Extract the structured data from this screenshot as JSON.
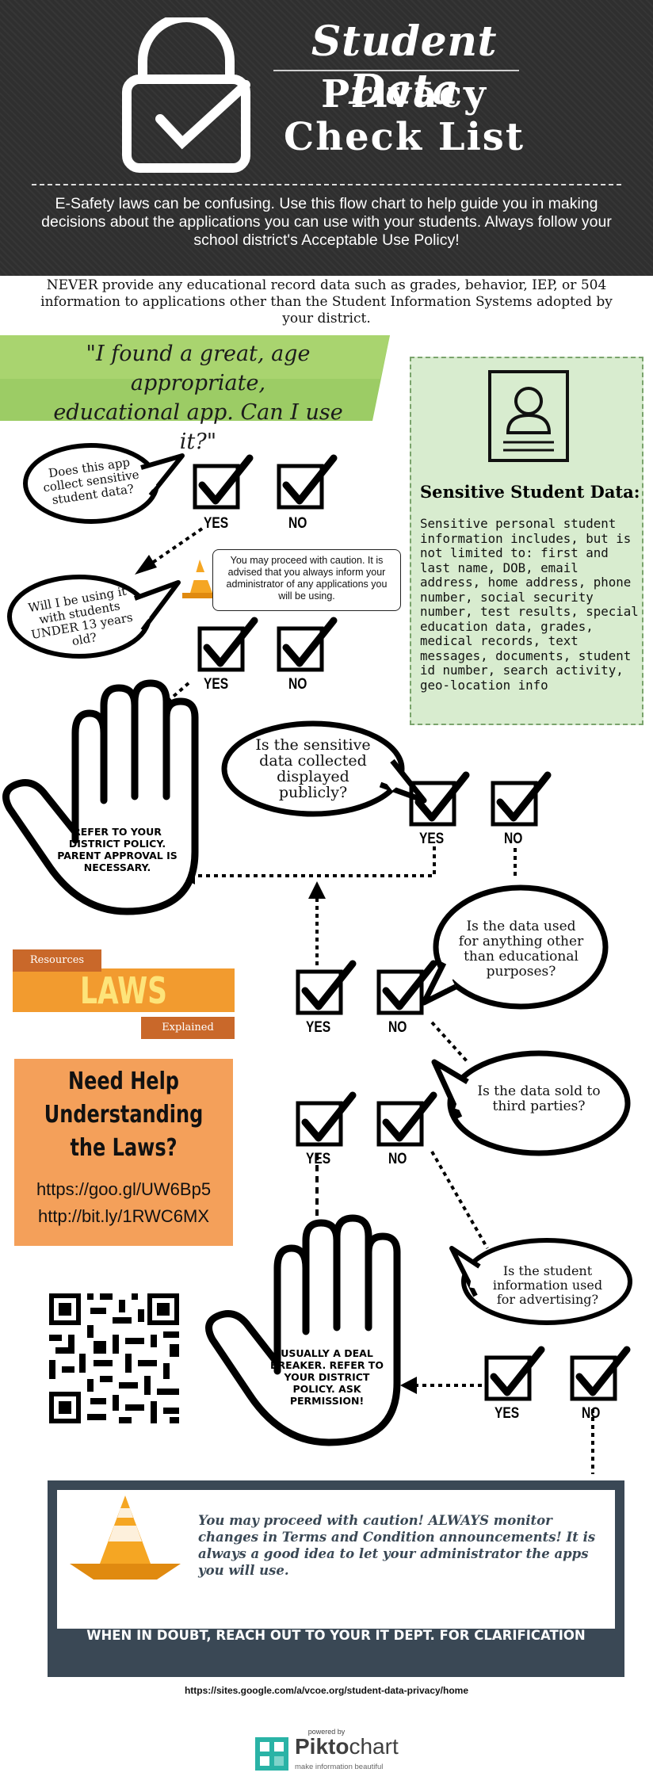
{
  "header": {
    "title_line1": "Student Data",
    "title_line2": "Privacy",
    "title_line3": "Check  List",
    "intro": "E-Safety laws can be confusing. Use this flow chart to help guide you in making decisions about the applications you can use with your students. Always follow your school district's Acceptable Use Policy!"
  },
  "warning": "NEVER provide any educational record data such as grades, behavior, IEP, or 504 information to applications other than the Student Information Systems adopted by your district.",
  "banner": {
    "line1": "\"I found a great, age appropriate,",
    "line2": "educational app. Can I use it?\""
  },
  "sensitive": {
    "title": "Sensitive Student Data:",
    "body": "Sensitive personal student information includes, but is not limited to: first and last name, DOB, email address, home address, phone number, social security number, test results, special education data, grades, medical records, text messages, documents, student id number, search activity, geo-location info"
  },
  "questions": {
    "q1": "Does this app collect sensitive student data?",
    "q2": "Will I be using it with students UNDER 13 years old?",
    "q3": "Is the sensitive data collected displayed publicly?",
    "q4": "Is the data used for anything other than educational purposes?",
    "q5": "Is the data sold to third parties?",
    "q6": "Is the student information used for advertising?"
  },
  "answers": {
    "yes": "YES",
    "no": "NO"
  },
  "caution_small": "You may proceed with caution. It is advised that you always inform your administrator of any applications you will be using.",
  "hand1": "Refer to your district policy. Parent approval is necessary.",
  "hand2": "Usually a deal breaker. Refer to your district policy. Ask permission!",
  "resources": {
    "tag": "Resources",
    "laws": "LAWS",
    "explained": "Explained",
    "help_title": "Need Help Understanding the Laws?",
    "link1": "https://goo.gl/UW6Bp5",
    "link2": "http://bit.ly/1RWC6MX"
  },
  "final": {
    "caution": "You may proceed with caution! ALWAYS monitor changes in Terms and Condition announcements! It is always a good idea to let your administrator the apps you will use.",
    "cta": "WHEN IN DOUBT, REACH OUT TO YOUR IT DEPT. FOR CLARIFICATION"
  },
  "footer": {
    "url": "https://sites.google.com/a/vcoe.org/student-data-privacy/home",
    "powered_by": "powered by",
    "brand_bold": "Pikto",
    "brand_light": "chart",
    "tagline": "make information beautiful"
  },
  "colors": {
    "header_bg": "#2f2f2f",
    "banner_green": "#9ccc65",
    "sensitive_bg": "#d8eccf",
    "laws_orange": "#f29b2f",
    "help_orange": "#f4a05a",
    "bottom_slate": "#3a4855",
    "pikto_teal": "#2ab3a6"
  }
}
